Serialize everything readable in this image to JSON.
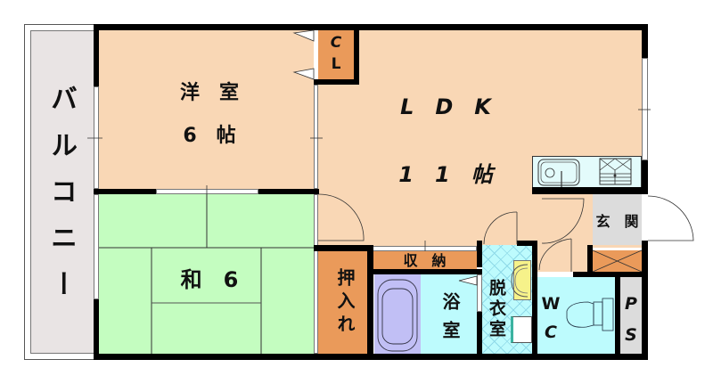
{
  "floor_plan": {
    "colors": {
      "wood_floor": "#f9d7b5",
      "tatami": "#c4fdc0",
      "storage": "#ea9a5a",
      "wet_area": "#bdfbfd",
      "bathtub": "#c1bff5",
      "balcony": "#e9e4e4",
      "genkan": "#dcdcdc",
      "kitchen_counter": "#e3fbfb",
      "vanity": "#f6f28a",
      "wall": "#000000"
    },
    "rooms": {
      "balcony": {
        "label": "バルコニー"
      },
      "western_room": {
        "label_line1": "洋　室",
        "label_line2": "6　帖",
        "type": "洋室",
        "size": "6帖"
      },
      "closet": {
        "label_line1": "C",
        "label_line2": "L"
      },
      "ldk": {
        "label_line1": "L　D　K",
        "label_line2": "1　1　帖",
        "type": "LDK",
        "size": "11帖"
      },
      "japanese_room": {
        "label": "和　6",
        "type": "和室",
        "size": "6"
      },
      "oshiire": {
        "label": "押入れ"
      },
      "storage": {
        "label": "収　納"
      },
      "bathroom": {
        "label": "浴室"
      },
      "dressing_room": {
        "label": "脱衣室"
      },
      "toilet": {
        "label_line1": "W",
        "label_line2": "C"
      },
      "entrance": {
        "label": "玄　関"
      },
      "pipe_space": {
        "label_line1": "P",
        "label_line2": "S"
      }
    },
    "fixtures": [
      "kitchen-sink",
      "gas-stove",
      "bathtub",
      "wash-basin",
      "washing-machine-pan",
      "toilet",
      "shoe-cabinet"
    ]
  }
}
